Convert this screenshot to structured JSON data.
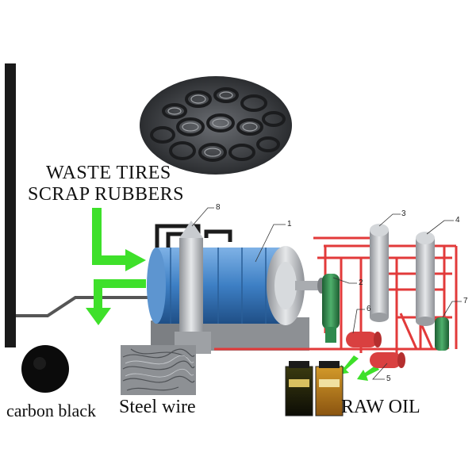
{
  "labels": {
    "waste_tires": "WASTE TIRES",
    "scrap_rubbers": "SCRAP RUBBERS",
    "carbon_black": "carbon black",
    "steel_wire": "Steel wire",
    "raw_oil": "RAW OIL"
  },
  "part_numbers": [
    "1",
    "2",
    "3",
    "4",
    "5",
    "6",
    "7",
    "8"
  ],
  "colors": {
    "arrow_green": "#3ee02a",
    "reactor_blue": "#3d7fc4",
    "frame_red": "#e23a3a",
    "tank_green": "#2f8a4e",
    "steel_grey": "#b9bcc0"
  }
}
